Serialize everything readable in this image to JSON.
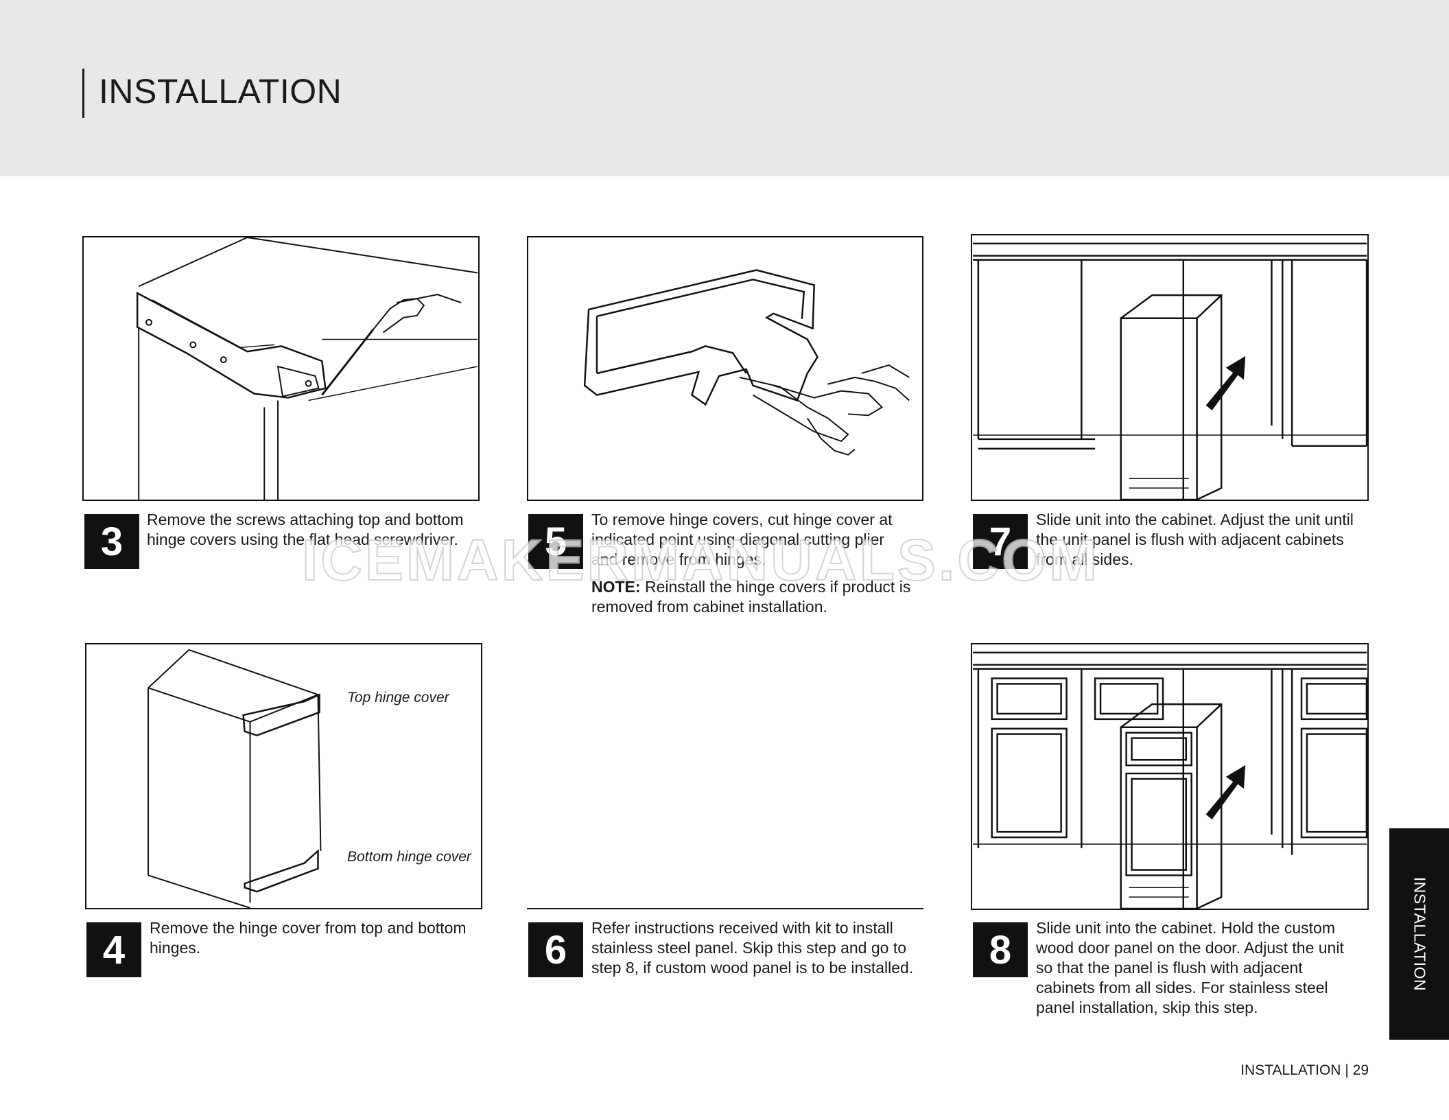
{
  "header": {
    "title": "INSTALLATION"
  },
  "steps": [
    {
      "number": "3",
      "text": "Remove the screws attaching top and bottom hinge covers using the flat head screwdriver."
    },
    {
      "number": "4",
      "text": "Remove the hinge cover from top and bottom hinges."
    },
    {
      "number": "5",
      "text": "To remove hinge covers, cut hinge cover at indicated point using diagonal cutting plier and remove from hinges.",
      "note_label": "NOTE:",
      "note_text": " Reinstall the hinge covers if product is removed from cabinet installation."
    },
    {
      "number": "6",
      "text": "Refer instructions received with kit to install stainless steel panel. Skip this step and go to step 8, if custom wood panel is to be installed."
    },
    {
      "number": "7",
      "text": "Slide unit into the cabinet. Adjust the unit until the unit panel is flush with adjacent cabinets from all sides."
    },
    {
      "number": "8",
      "text": "Slide unit into the cabinet. Hold the custom wood door panel on the door. Adjust the unit so that the panel is flush with adjacent cabinets from all sides. For stainless steel panel installation, skip this step."
    }
  ],
  "callouts": {
    "top_hinge": "Top hinge cover",
    "bottom_hinge": "Bottom hinge cover"
  },
  "watermark": "ICEMAKERMANUALS.COM",
  "side_tab": {
    "label": "INSTALLATION"
  },
  "footer": {
    "section": "INSTALLATION",
    "separator": "|",
    "page_number": "29"
  }
}
